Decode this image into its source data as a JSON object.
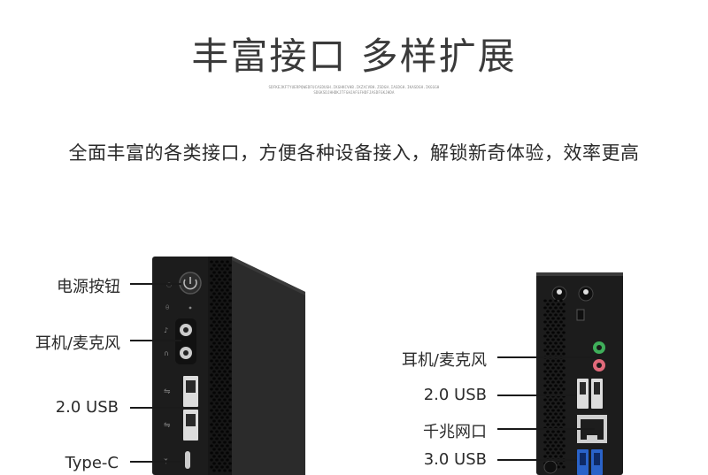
{
  "header": {
    "title": "丰富接口 多样扩展",
    "subline_1": "SDFKEJKFTYUERPQWEDFUCASDUGH.IKGHKCVHB.IKZXCVBH.ZSDGH.IASDGH.IKASDGH.IKGGGH",
    "subline_2": "SDGKSDJHHDKJTFGHJAFGFHDFJASDFGKJHDA",
    "description": "全面丰富的各类接口，方便各种设备接入，解锁新奇体验，效率更高"
  },
  "left_device": {
    "labels": {
      "power": "电源按钮",
      "audio": "耳机/麦克风",
      "usb2": "2.0 USB",
      "typec": "Type-C"
    }
  },
  "right_device": {
    "labels": {
      "audio": "耳机/麦克风",
      "usb2": "2.0 USB",
      "lan": "千兆网口",
      "usb3": "3.0 USB"
    }
  },
  "colors": {
    "chassis": "#1f1f1f",
    "chassis_side": "#2b2b2b",
    "usb3_blue": "#2a63c9",
    "audio_green": "#3fae5a",
    "audio_pink": "#e06a7a"
  }
}
